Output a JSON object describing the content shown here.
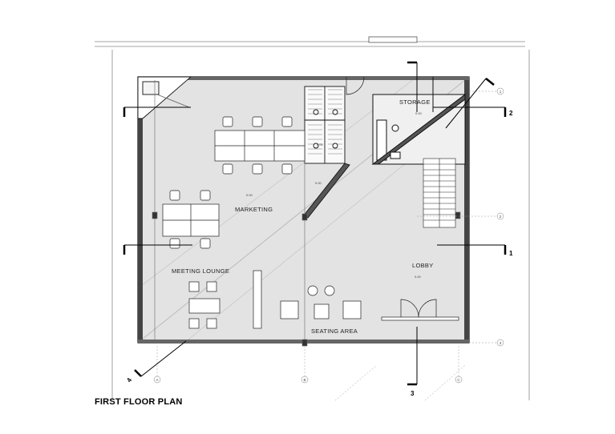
{
  "title": "FIRST FLOOR PLAN",
  "rooms": {
    "storage": "STORAGE",
    "marketing": "MARKETING",
    "meeting_lounge": "MEETING LOUNGE",
    "lobby": "LOBBY",
    "seating_area": "SEATING AREA"
  },
  "section_markers": {
    "s1": "1",
    "s2": "2",
    "s3": "3",
    "s4": "4"
  },
  "grid_bubbles": {
    "row1": "1",
    "row2": "2",
    "row3": "3",
    "colA": "A",
    "colB": "B",
    "colC": "C"
  },
  "level_tags": {
    "level": "0.00"
  },
  "colors": {
    "floor_fill": "#e3e3e3",
    "line": "#111111",
    "grid": "#9a9a9a"
  }
}
